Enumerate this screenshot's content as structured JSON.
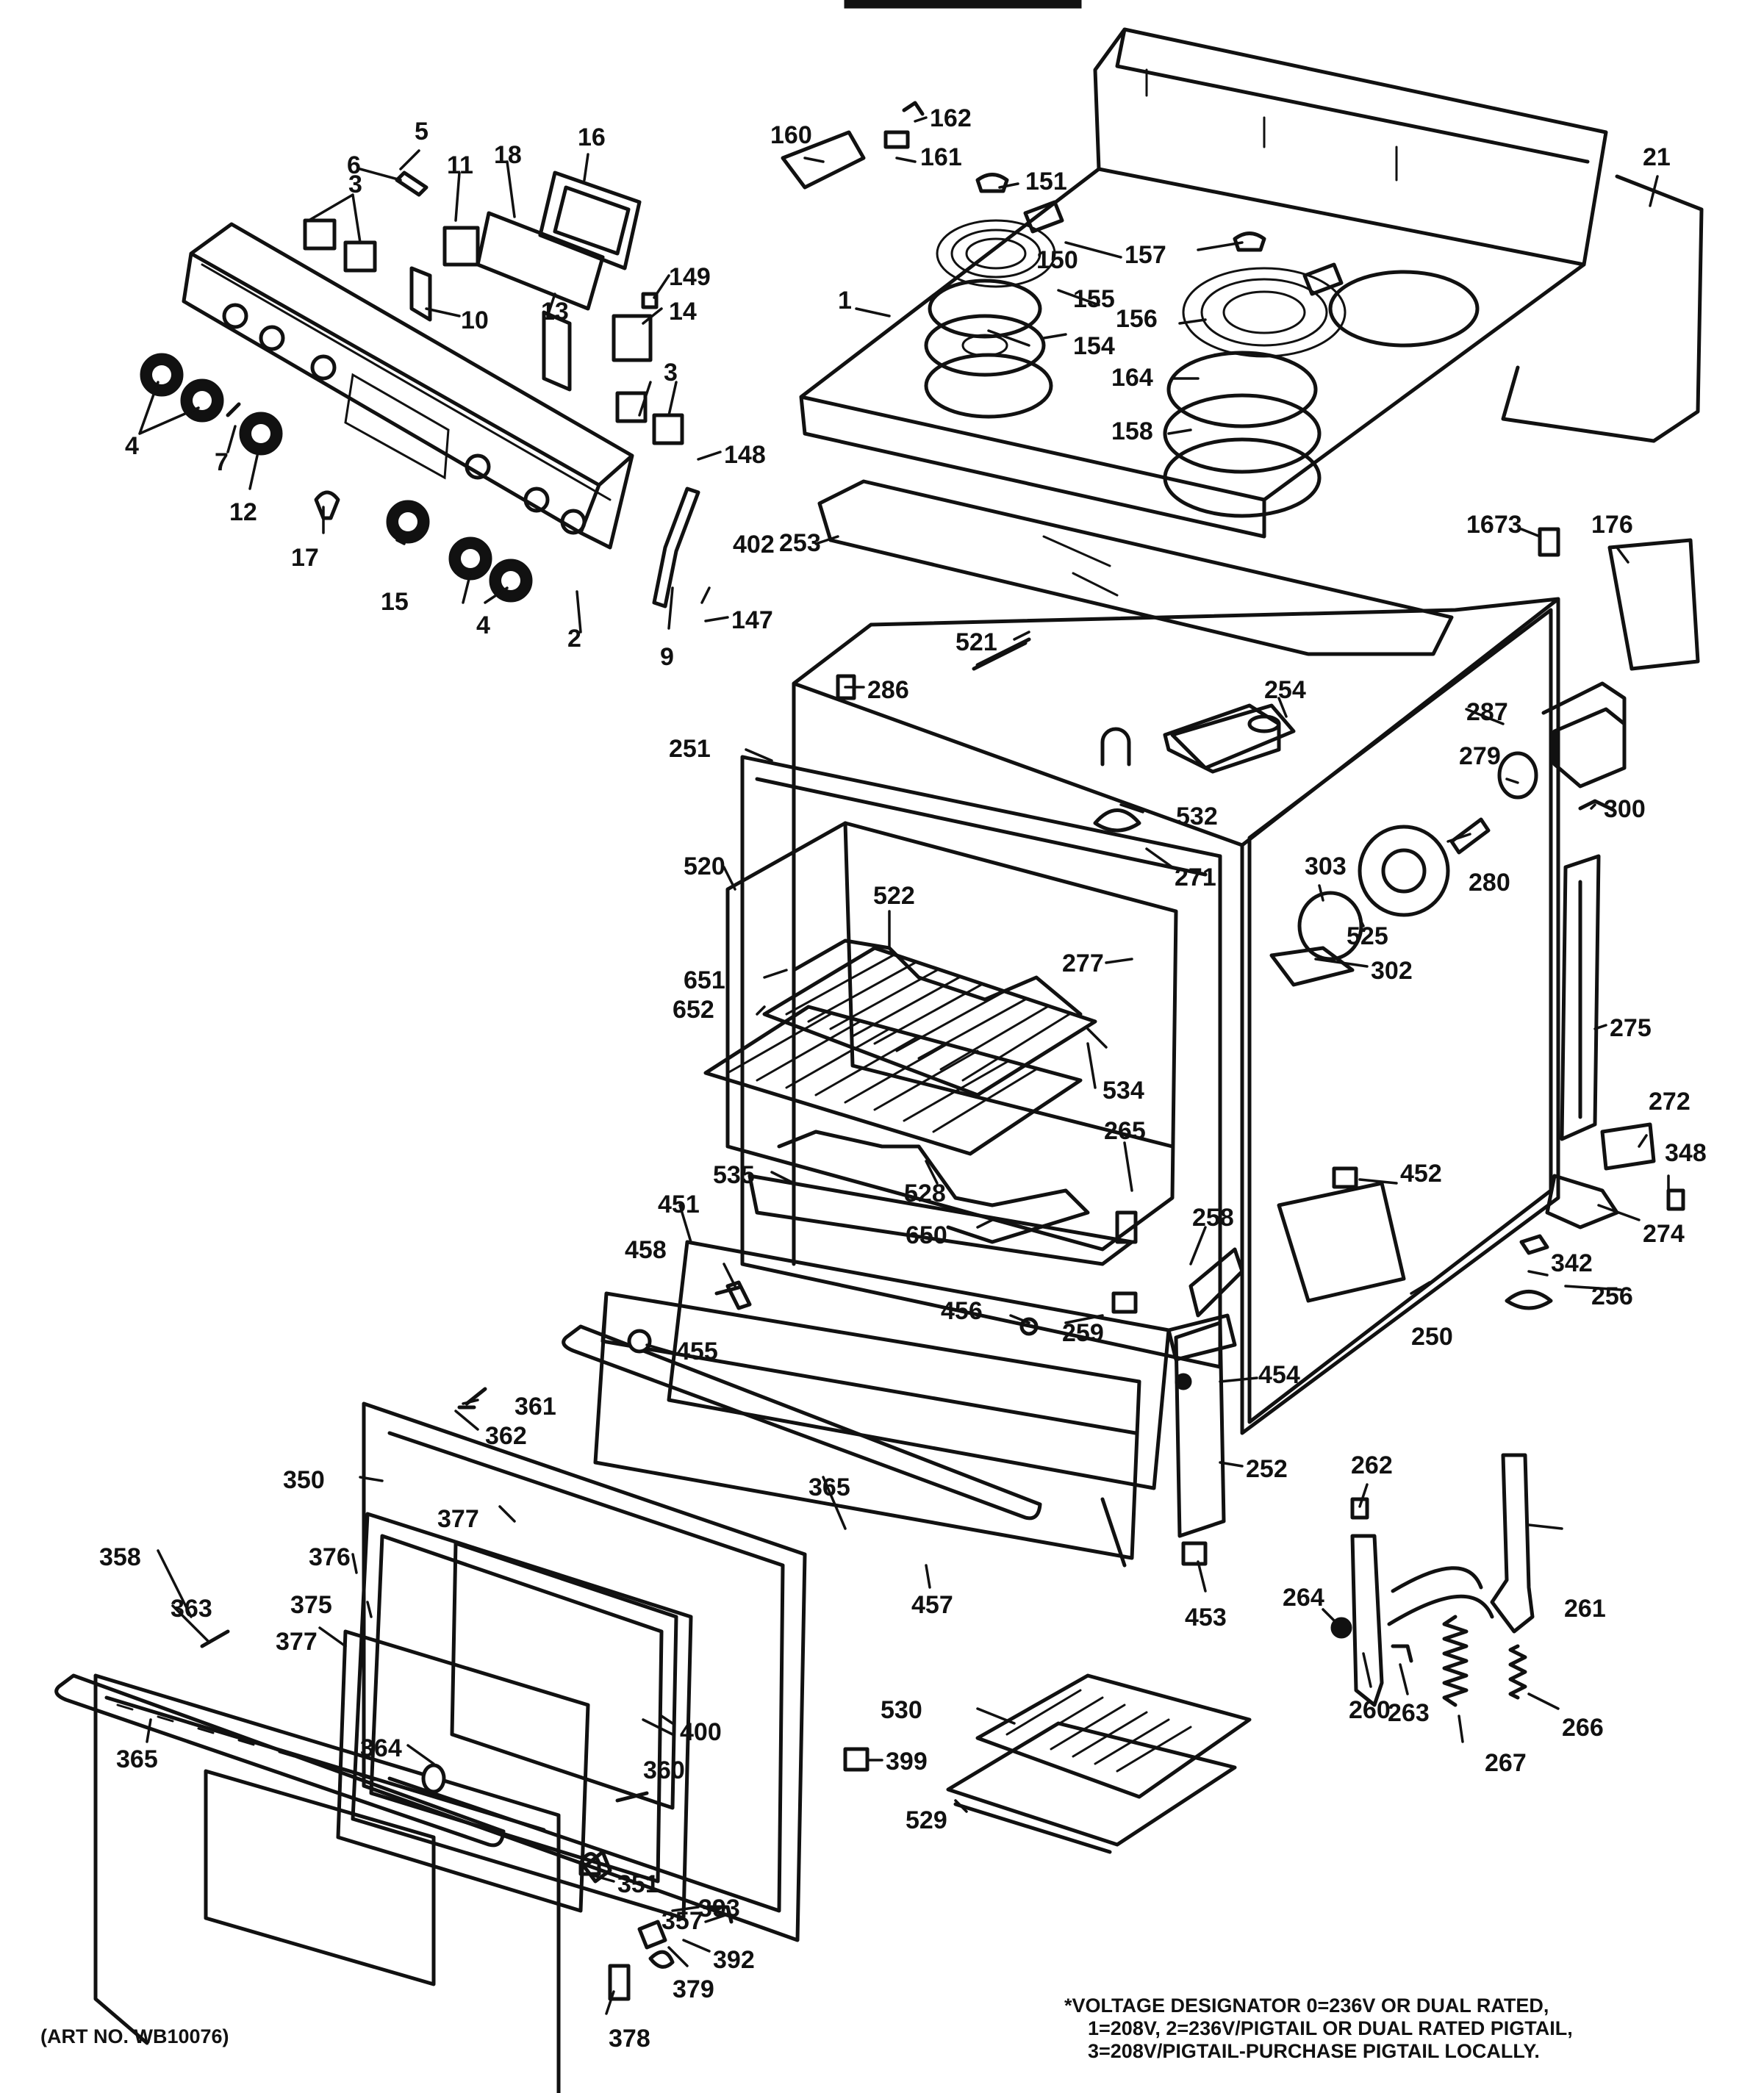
{
  "labels": {
    "l1": "1",
    "l2": "2",
    "l3a": "3",
    "l3b": "3",
    "l4a": "4",
    "l4b": "4",
    "l5": "5",
    "l6": "6",
    "l7": "7",
    "l9": "9",
    "l10": "10",
    "l11": "11",
    "l12": "12",
    "l13": "13",
    "l14": "14",
    "l15": "15",
    "l16": "16",
    "l17": "17",
    "l18": "18",
    "l21": "21",
    "l147": "147",
    "l148": "148",
    "l149": "149",
    "l150": "150",
    "l151": "151",
    "l154": "154",
    "l155": "155",
    "l156": "156",
    "l157": "157",
    "l158": "158",
    "l160": "160",
    "l161": "161",
    "l162": "162",
    "l164": "164",
    "l176": "176",
    "l1673": "1673",
    "l250": "250",
    "l251": "251",
    "l252": "252",
    "l253": "253",
    "l254": "254",
    "l256": "256",
    "l258": "258",
    "l259": "259",
    "l260": "260",
    "l261": "261",
    "l262": "262",
    "l263": "263",
    "l264": "264",
    "l265": "265",
    "l266": "266",
    "l267": "267",
    "l271": "271",
    "l272": "272",
    "l274": "274",
    "l275": "275",
    "l277": "277",
    "l279": "279",
    "l280": "280",
    "l286": "286",
    "l287": "287",
    "l300": "300",
    "l302": "302",
    "l303": "303",
    "l342": "342",
    "l348": "348",
    "l350": "350",
    "l351": "351",
    "l357": "357",
    "l358": "358",
    "l360": "360",
    "l361": "361",
    "l362": "362",
    "l363": "363",
    "l364": "364",
    "l365a": "365",
    "l365b": "365",
    "l375": "375",
    "l376": "376",
    "l377a": "377",
    "l377b": "377",
    "l378": "378",
    "l379": "379",
    "l392": "392",
    "l393": "393",
    "l399": "399",
    "l400": "400",
    "l402": "402",
    "l451": "451",
    "l452": "452",
    "l453": "453",
    "l454": "454",
    "l455": "455",
    "l456": "456",
    "l457": "457",
    "l458": "458",
    "l520": "520",
    "l521": "521",
    "l522": "522",
    "l525": "525",
    "l528": "528",
    "l529": "529",
    "l530": "530",
    "l532": "532",
    "l534": "534",
    "l535": "535",
    "l650": "650",
    "l651": "651",
    "l652": "652"
  },
  "art_number": "(ART NO. WB10076)",
  "voltage_note": [
    "*VOLTAGE DESIGNATOR 0=236V OR DUAL RATED,",
    "1=208V, 2=236V/PIGTAIL OR DUAL RATED PIGTAIL,",
    "3=208V/PIGTAIL-PURCHASE PIGTAIL LOCALLY."
  ]
}
